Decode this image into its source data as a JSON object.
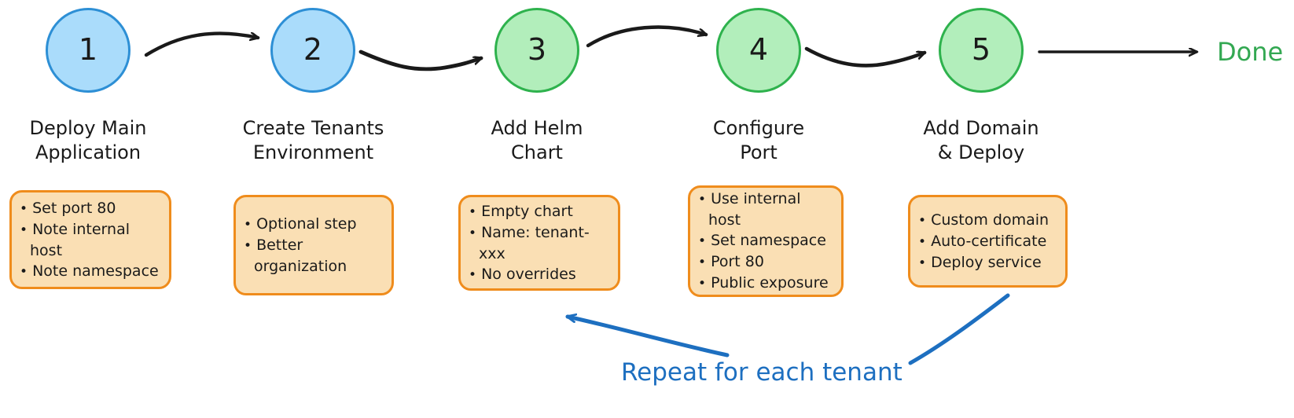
{
  "colors": {
    "node_blue_fill": "#aadcfb",
    "node_blue_stroke": "#2d8fd5",
    "node_green_fill": "#b2eebb",
    "node_green_stroke": "#2eb24d",
    "note_fill": "#fadfb4",
    "note_stroke": "#ef8c1c",
    "arrow_black": "#1a1a1a",
    "repeat_blue": "#1d6fc0",
    "done_green": "#33a852",
    "text_dark": "#1a1a1a",
    "background": "#ffffff"
  },
  "diagram": {
    "type": "flowchart",
    "title": "",
    "steps": [
      {
        "number": "1",
        "label": "Deploy Main\nApplication",
        "shape": "circle",
        "fill": "blue",
        "notes": [
          "Set port 80",
          "Note internal host",
          "Note namespace"
        ]
      },
      {
        "number": "2",
        "label": "Create Tenants\nEnvironment",
        "shape": "circle",
        "fill": "blue",
        "notes": [
          "Optional step",
          "Better organization"
        ]
      },
      {
        "number": "3",
        "label": "Add Helm\nChart",
        "shape": "circle",
        "fill": "green",
        "notes": [
          "Empty chart",
          "Name: tenant-xxx",
          "No overrides"
        ]
      },
      {
        "number": "4",
        "label": "Configure\nPort",
        "shape": "circle",
        "fill": "green",
        "notes": [
          "Use internal host",
          "Set namespace",
          "Port 80",
          "Public exposure"
        ]
      },
      {
        "number": "5",
        "label": "Add Domain\n& Deploy",
        "shape": "circle",
        "fill": "green",
        "notes": [
          "Custom domain",
          "Auto-certificate",
          "Deploy service"
        ]
      }
    ],
    "terminal": {
      "label": "Done"
    },
    "annotation": {
      "label": "Repeat for each tenant",
      "points_to": [
        "Add Helm Chart note",
        "Add Domain & Deploy note"
      ]
    },
    "bullet_glyph": "•"
  }
}
